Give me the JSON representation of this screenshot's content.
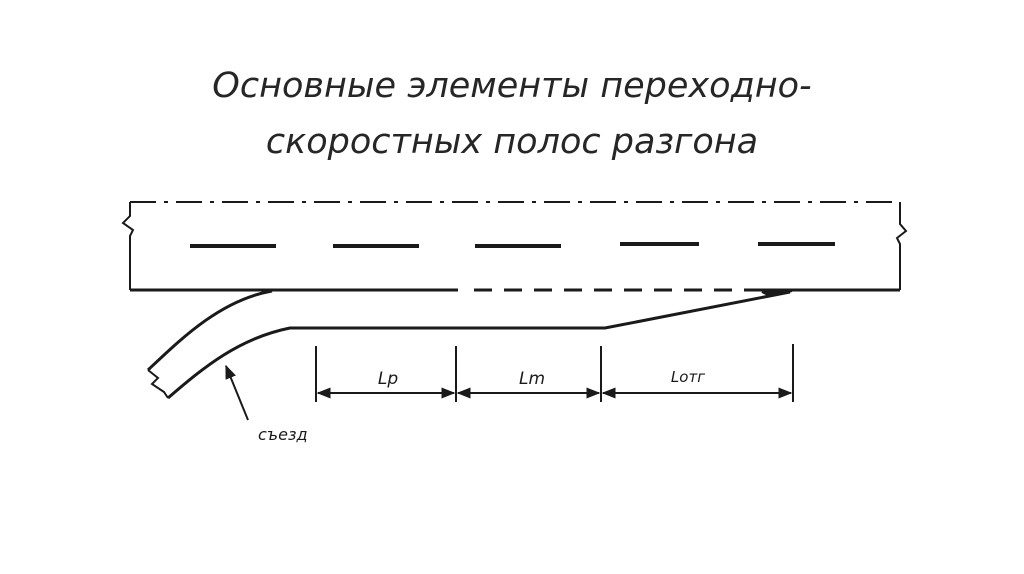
{
  "slide": {
    "title_line1": "Основные элементы переходно-",
    "title_line2": "скоростных полос разгона"
  },
  "diagram": {
    "labels": {
      "segment_1": "Lp",
      "segment_2": "Lm",
      "segment_3": "Lотг",
      "ramp": "съезд"
    },
    "colors": {
      "ink": "#1a1a1a",
      "title_text": "#262626",
      "background": "#ffffff"
    }
  }
}
